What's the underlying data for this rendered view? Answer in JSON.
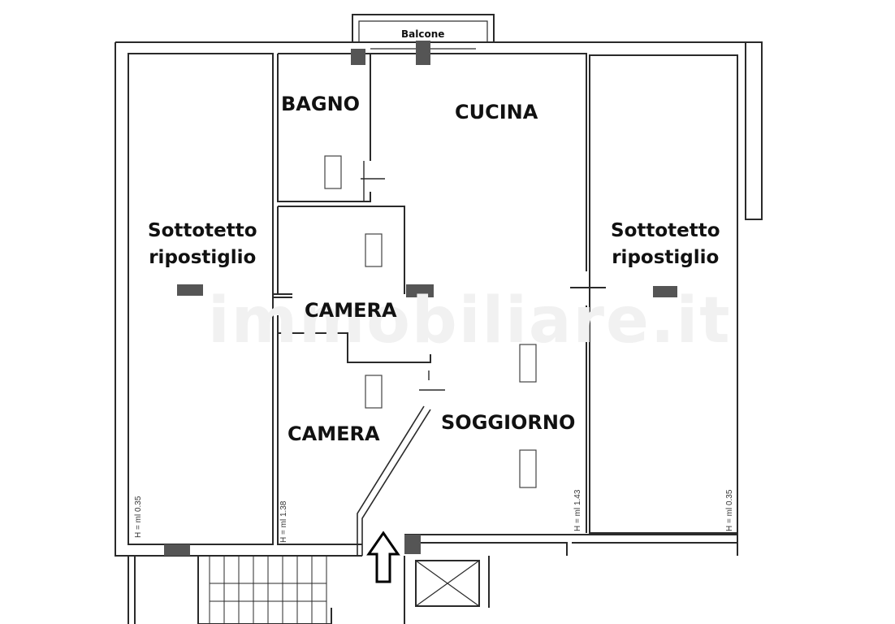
{
  "rooms": {
    "balcone": "Balcone",
    "bagno": "BAGNO",
    "cucina": "CUCINA",
    "sottotetto_left_1": "Sottotetto",
    "sottotetto_left_2": "ripostiglio",
    "sottotetto_right_1": "Sottotetto",
    "sottotetto_right_2": "ripostiglio",
    "camera_upper": "CAMERA",
    "camera_lower": "CAMERA",
    "soggiorno": "SOGGIORNO"
  },
  "heights": {
    "left_attic": "H = ml 0.35",
    "camera": "H = ml 1.38",
    "soggiorno": "H = ml 1.43",
    "right_attic": "H = ml 0.35"
  },
  "watermark": "immobiliare.it",
  "colors": {
    "wall": "#2a2a2a",
    "hatch": "#555555",
    "text": "#111111"
  },
  "icons": {
    "entrance": "entrance-arrow-icon",
    "elevator": "elevator-shaft-icon"
  }
}
